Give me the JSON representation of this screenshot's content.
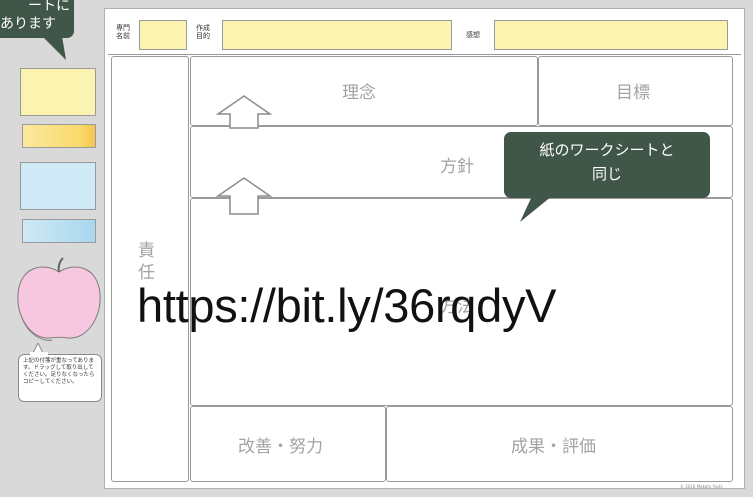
{
  "callout_top_left": {
    "line1": "ートに",
    "line2": "あります"
  },
  "callout_main": {
    "line1": "紙のワークシートと",
    "line2": "同じ"
  },
  "left_panel": {
    "note_text": "上記の付箋が重なってあります。ドラッグして取り出してください。足りなくなったらコピーしてください。"
  },
  "header": {
    "field1_label_l1": "専門",
    "field1_label_l2": "名前",
    "field2_label_l1": "作成",
    "field2_label_l2": "目的",
    "field3_label": "感想"
  },
  "sheet": {
    "responsibility": "責任",
    "philosophy": "理念",
    "goal": "目標",
    "policy": "方針",
    "method": "方法",
    "improvement": "改善・努力",
    "results": "成果・評価",
    "copyright": "© 2016 Makoto Yoshi"
  },
  "overlay_url": "https://bit.ly/36rqdyV",
  "colors": {
    "background": "#d9d9d9",
    "sticky_yellow": "#fbf3b0",
    "sticky_blue": "#cfe9f6",
    "apple_pink": "#f7c6df",
    "callout": "#3f5648"
  }
}
